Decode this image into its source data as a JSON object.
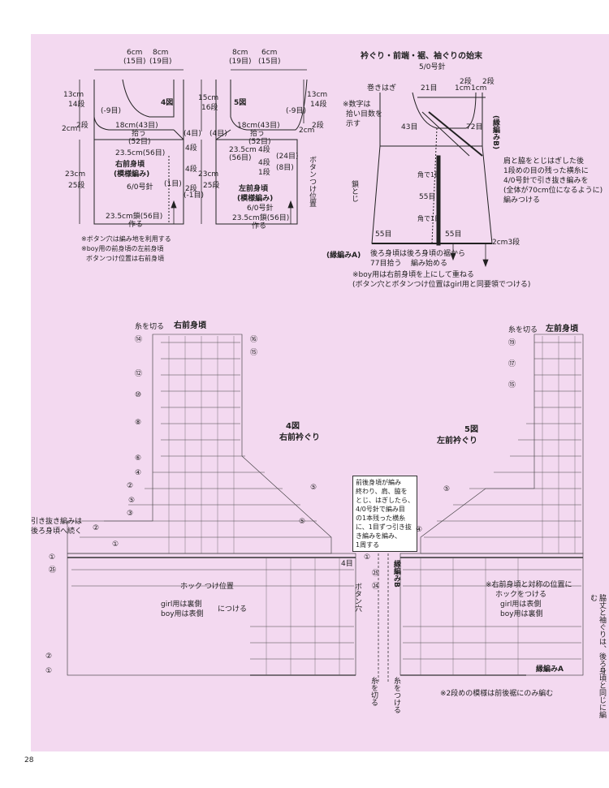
{
  "page_number": "28",
  "top_left": {
    "fig4": "4図",
    "fig5": "5図",
    "right_front": {
      "title": "右前身頃",
      "pattern": "(模様編み)",
      "needle": "6/0号針",
      "dim_6cm": "6cm",
      "dim_6cm_st": "(15目)",
      "dim_8cm": "8cm",
      "dim_8cm_st": "(19目)",
      "dim_13cm": "13cm",
      "dim_13cm_rows": "14段",
      "dim_2cm": "2cm",
      "dim_2cm_rows": "2段",
      "dim_23cm": "23cm",
      "dim_23cm_rows": "25段",
      "neck": "18cm(43目)",
      "pick": "拾う",
      "st52": "(52目)",
      "minus9": "(-9目)",
      "st4": "(4目)",
      "width": "23.5cm(56目)",
      "rows4a": "4段",
      "rows4b": "4段",
      "rows2": "2段",
      "one_st": "(1目)",
      "minus1": "(-1目)",
      "chain": "23.5cm鎖(56目)",
      "make": "作る"
    },
    "left_front": {
      "title": "左前身頃",
      "pattern": "(模様編み)",
      "needle": "6/0号針",
      "dim_8cm": "8cm",
      "dim_8cm_st": "(19目)",
      "dim_6cm": "6cm",
      "dim_6cm_st": "(15目)",
      "dim_15cm": "15cm",
      "dim_15cm_rows": "16段",
      "dim_13cm": "13cm",
      "dim_13cm_rows": "14段",
      "dim_2cm": "2cm",
      "dim_2cm_rows": "2段",
      "dim_23cm": "23cm",
      "dim_23cm_rows": "25段",
      "neck": "18cm(43目)",
      "pick": "拾う",
      "st52": "(52目)",
      "minus9": "(-9目)",
      "st4": "(4目)",
      "width": "23.5cm",
      "width_st": "(56目)",
      "rows4a": "4段",
      "rows4b": "4段",
      "rows1": "1段",
      "st24": "(24目)",
      "st8": "(8目)",
      "button": "ボタンつけ位置",
      "chain": "23.5cm鎖(56目)",
      "make": "作る"
    },
    "notes": [
      "※ボタン穴は編み地を利用する",
      "※boy用の前身頃の左前身頃",
      "ボタンつけ位置は右前身頃"
    ]
  },
  "top_right": {
    "title": "衿ぐり・前端・裾、袖ぐりの始末",
    "needle": "5/0号針",
    "makihagi": "巻きはぎ",
    "st21": "21目",
    "cm1a": "1cm",
    "rows2a": "2段",
    "cm1b": "1cm",
    "rows2b": "2段",
    "num_note1": "※数字は",
    "num_note2": "拾い目数を",
    "num_note3": "示す",
    "st43": "43目",
    "st72": "72目",
    "edge_b": "(縁編みB)",
    "shoulder1": "肩と脇をとじはぎした後",
    "shoulder2": "1段めの目の残った横糸に",
    "shoulder3": "4/0号針で引き抜き編みを",
    "shoulder4": "(全体が70cm位になるように)",
    "shoulder5": "編みつける",
    "chain_join": "鎖とじ",
    "corner1": "角で1目",
    "corner2": "角で1目",
    "st55a": "55目",
    "st55b": "55目",
    "st55c": "55目",
    "cm3": "2cm3段",
    "edge_a": "(縁編みA)",
    "back1": "後ろ身頃は後ろ身頃の裾から",
    "back2": "77目拾う",
    "back3": "編み始める",
    "boy1": "※boy用は右前身頃を上にして重ねる",
    "boy2": "(ボタン穴とボタンつけ位置はgirl用と同要領でつける)"
  },
  "chart": {
    "cut_left": "糸を切る",
    "right_front": "右前身頃",
    "cut_right": "糸を切る",
    "left_front": "左前身頃",
    "fig4": "4図",
    "fig4_sub": "右前衿ぐり",
    "fig5": "5図",
    "fig5_sub": "左前衿ぐり",
    "slip_note1": "引き抜き編みは",
    "slip_note2": "後ろ身頃へ続く",
    "center_box": [
      "前後身頃が編み",
      "終わり、肩、脇を",
      "とじ、はぎしたら、",
      "4/0号針で編み目",
      "の1本残った横糸",
      "に、1目ずつ引き抜",
      "き編みを編み、",
      "1周する"
    ],
    "edge_b": "縁編みB",
    "st4": "4目",
    "hook_pos": "ホック つけ位置",
    "girl_back": "girl用は裏側",
    "boy_front": "boy用は表側",
    "attach": "につける",
    "button_hole": "ボタン穴",
    "cut_thread": "糸を切る",
    "attach_thread": "糸をつける",
    "hook_note1": "※右前身頃と対称の位置に",
    "hook_note2": "ホックをつける",
    "girl_front": "girl用は表側",
    "boy_back": "boy用は裏側",
    "side_note": "脇丈と袖ぐりは、後ろ身頃と同じに編む",
    "edge_a": "縁編みA",
    "bottom_note": "※2段めの模様は前後裾にのみ編む",
    "row_labels_left": [
      "⑭",
      "⑫",
      "⑩",
      "⑧",
      "⑥",
      "④",
      "②",
      "⑤",
      "③",
      "①",
      "②",
      "①",
      "㉕",
      "②",
      "①"
    ],
    "row_labels_right": [
      "⑯",
      "⑮",
      "⑤",
      "⑤",
      "①",
      "㉕",
      "㉔"
    ],
    "row_labels_left_fig": [
      "⑲",
      "⑰",
      "⑮",
      "⑤",
      "④"
    ]
  },
  "colors": {
    "background": "#f3d9f0",
    "ink": "#222222"
  }
}
